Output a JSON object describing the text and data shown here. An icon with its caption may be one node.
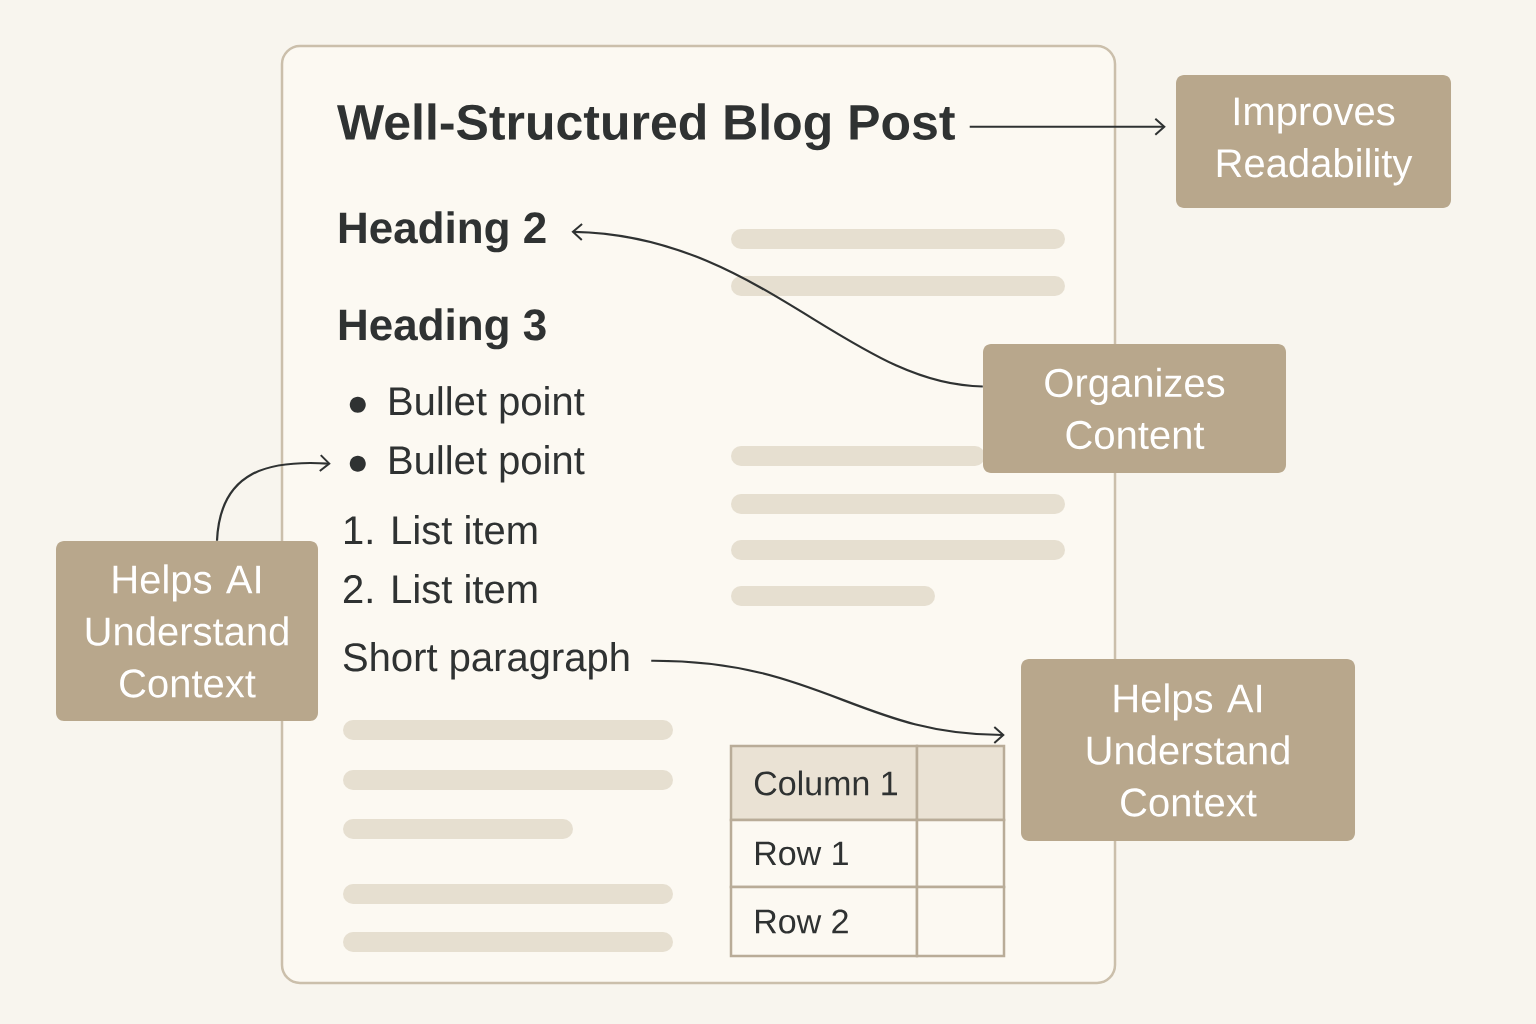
{
  "diagram": {
    "nodes": [
      {
        "text": [],
        "shape": "box"
      },
      {
        "text": [
          "Well-Structured Blog Post"
        ],
        "in": 0
      },
      {
        "text": [
          "Improves Readability"
        ]
      },
      {
        "text": [
          "Heading 2"
        ],
        "in": 0
      },
      {
        "text": [
          "Heading 3"
        ],
        "in": 0
      },
      {
        "text": [
          "Organizes Content"
        ]
      },
      {
        "text": [
          "Bullet point"
        ],
        "in": 0
      },
      {
        "text": [
          "Bullet point"
        ],
        "in": 0
      },
      {
        "text": [
          "1. List item"
        ],
        "in": 0
      },
      {
        "text": [
          "2. List item"
        ],
        "in": 0
      },
      {
        "text": [
          "Helps AI Understand Context"
        ]
      },
      {
        "text": [
          "Short paragraph"
        ],
        "in": 0
      },
      {
        "text": [
          "Helps AI Understand Context"
        ]
      }
    ],
    "edges": [
      {
        "from": 1,
        "to": 2,
        "arrow": "to"
      },
      {
        "from": 5,
        "to": 3,
        "arrow": "to"
      },
      {
        "from": 10,
        "to": 7,
        "arrow": "to"
      },
      {
        "from": 11,
        "to": 12,
        "arrow": "to"
      }
    ],
    "labels": [
      "Column 1",
      "Row 1",
      "Row 2"
    ]
  }
}
